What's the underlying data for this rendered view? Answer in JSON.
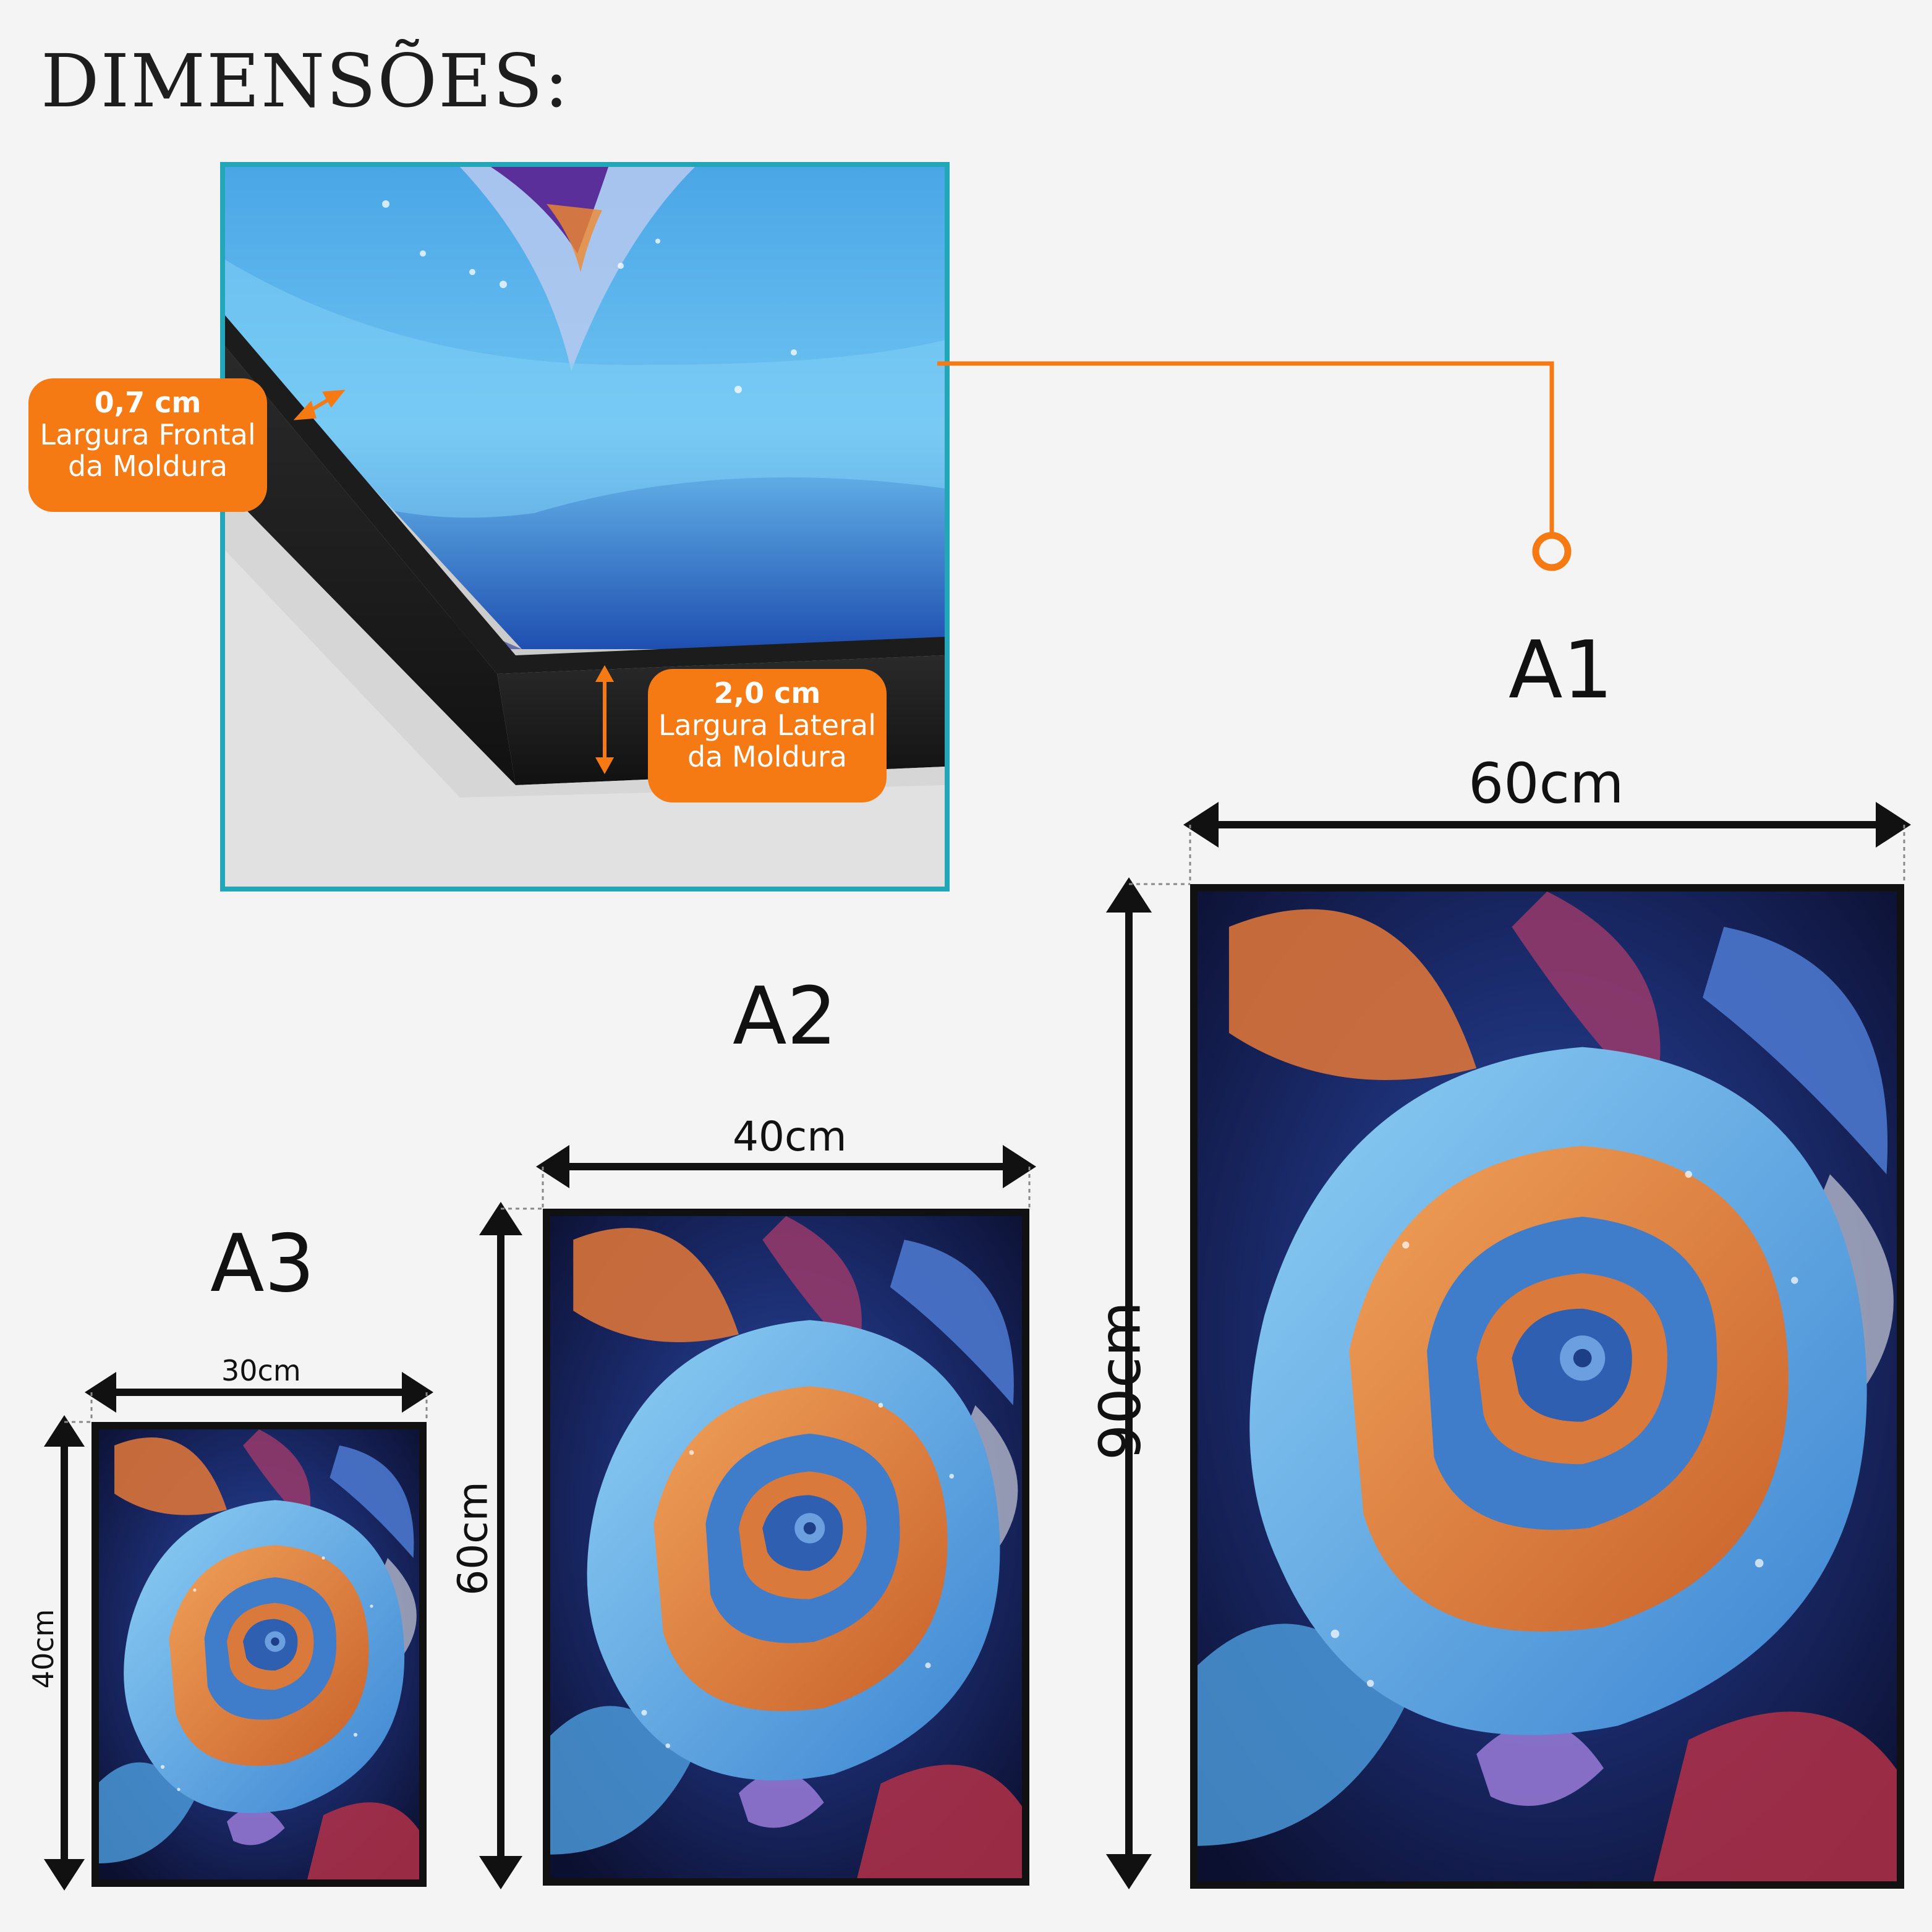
{
  "title": "DIMENSÕES:",
  "frame_detail": {
    "front": {
      "value": "0,7 cm",
      "label_line1": "Largura Frontal",
      "label_line2": "da Moldura"
    },
    "side": {
      "value": "2,0 cm",
      "label_line1": "Largura Lateral",
      "label_line2": "da Moldura"
    }
  },
  "sizes": [
    {
      "name": "A1",
      "width": "60cm",
      "height": "90cm"
    },
    {
      "name": "A2",
      "width": "40cm",
      "height": "60cm"
    },
    {
      "name": "A3",
      "width": "30cm",
      "height": "40cm"
    }
  ],
  "colors": {
    "accent": "#f57a14",
    "detail_border": "#21a7b8",
    "frame": "#111111"
  },
  "icons": [
    "double-arrow-icon",
    "connector-circle-icon"
  ]
}
